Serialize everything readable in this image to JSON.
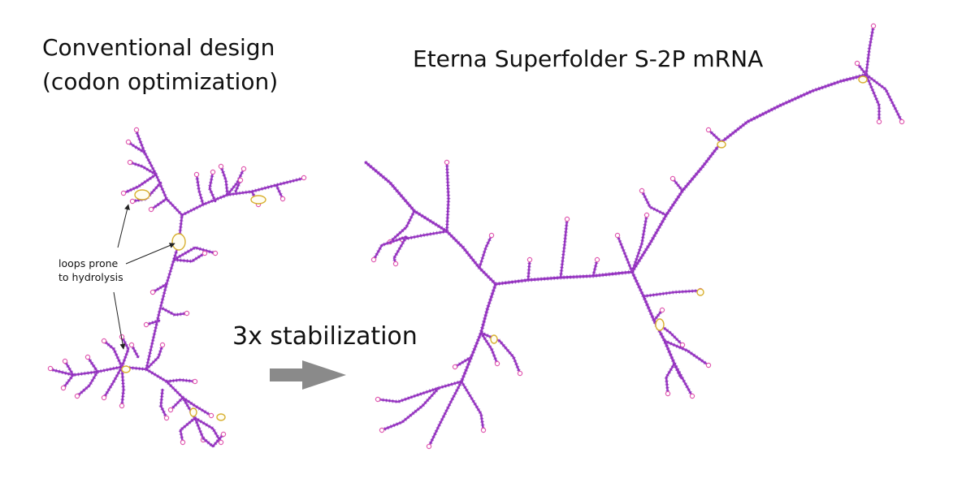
{
  "left_panel": {
    "title_line1": "Conventional design",
    "title_line2": "(codon optimization)",
    "annotation_line1": "loops prone",
    "annotation_line2": "to hydrolysis"
  },
  "right_panel": {
    "title": "Eterna Superfolder S-2P mRNA"
  },
  "transition": {
    "label": "3x stabilization"
  },
  "colors": {
    "helix": "#a03cc8",
    "helix_dark": "#6a1fa0",
    "loop_pink": "#e05ab0",
    "loop_yellow": "#d8b030",
    "arrow_gray": "#8a8a8a"
  }
}
